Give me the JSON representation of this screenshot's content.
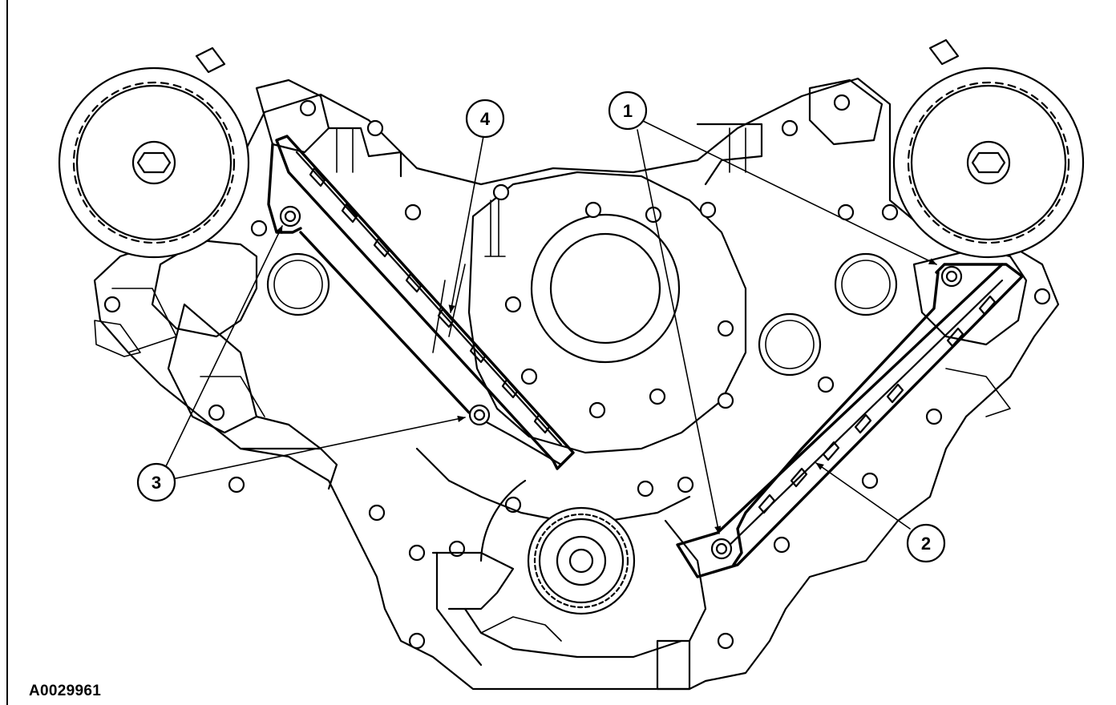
{
  "figure_id": "A0029961",
  "callouts": [
    {
      "label": "1"
    },
    {
      "label": "2"
    },
    {
      "label": "3"
    },
    {
      "label": "4"
    }
  ],
  "colors": {
    "line": "#000000",
    "background": "#ffffff"
  }
}
